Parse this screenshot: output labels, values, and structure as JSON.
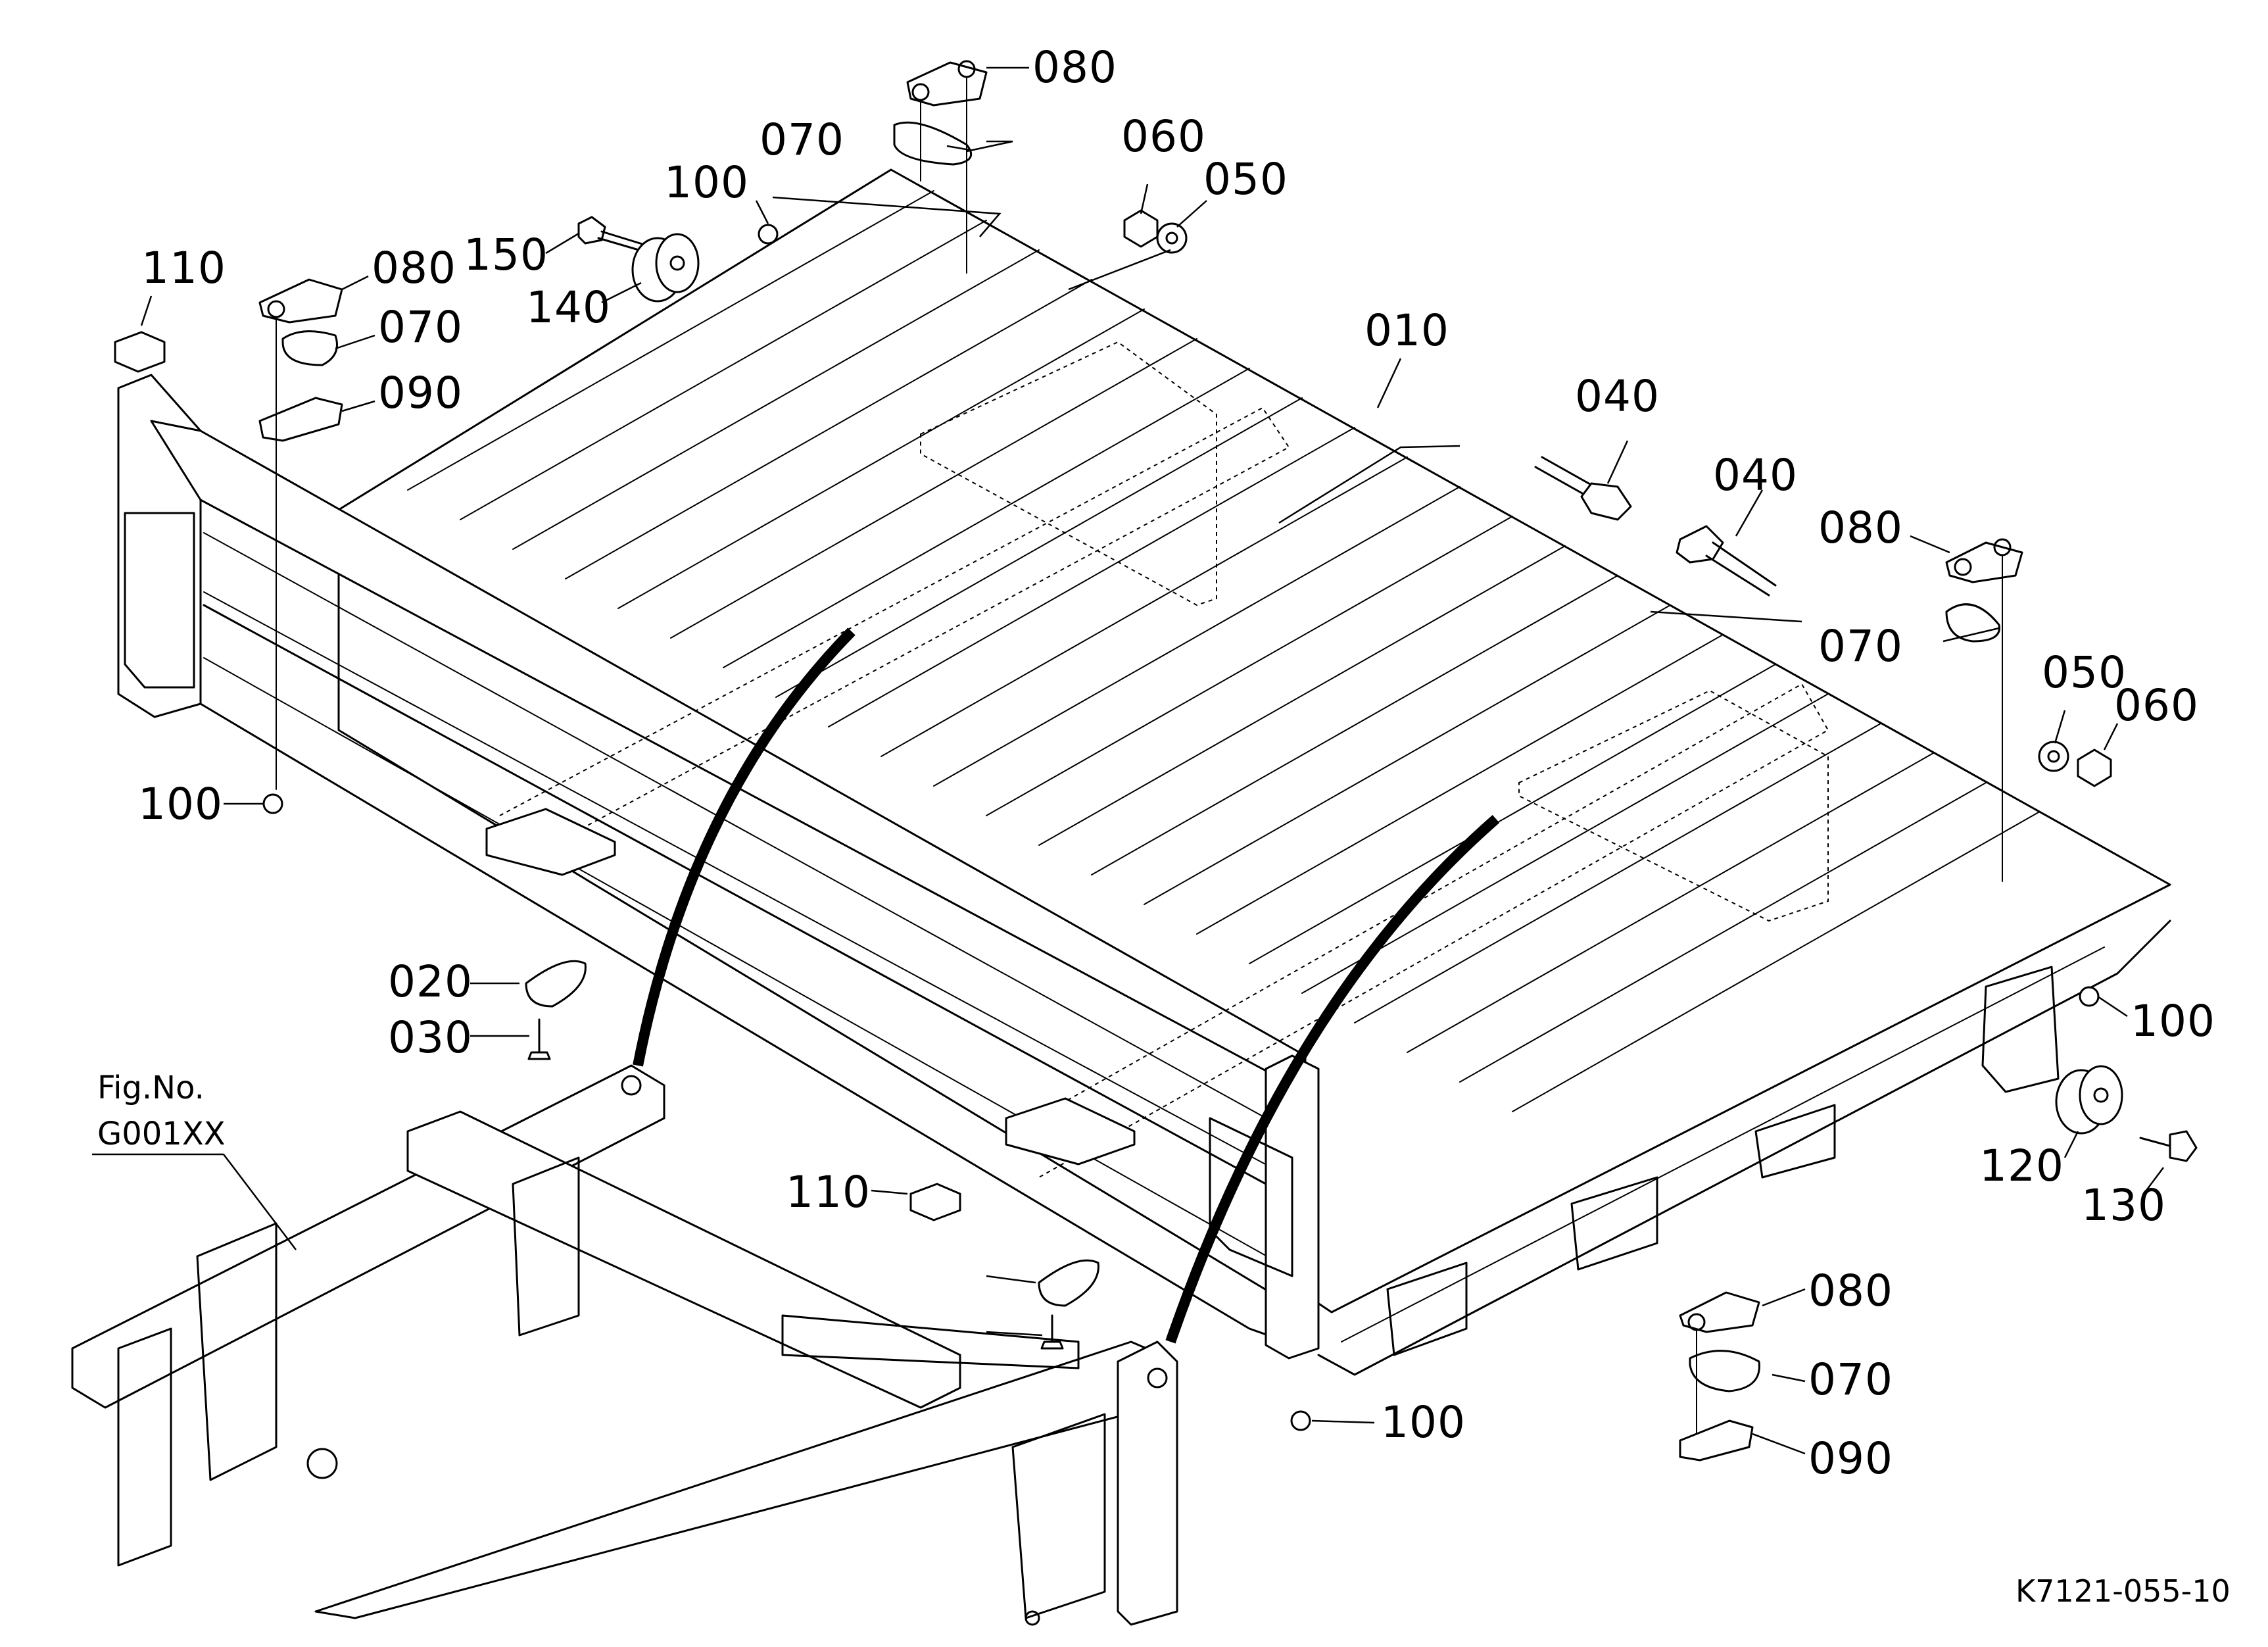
{
  "figure_code": "K7121-055-10",
  "reference": {
    "line1": "Fig.No.",
    "line2": "G001XX"
  },
  "labels": {
    "p010": "010",
    "p020": "020",
    "p030": "030",
    "p040": "040",
    "p050": "050",
    "p060": "060",
    "p070": "070",
    "p080": "080",
    "p090": "090",
    "p100": "100",
    "p110": "110",
    "p120": "120",
    "p130": "130",
    "p140": "140",
    "p150": "150"
  }
}
